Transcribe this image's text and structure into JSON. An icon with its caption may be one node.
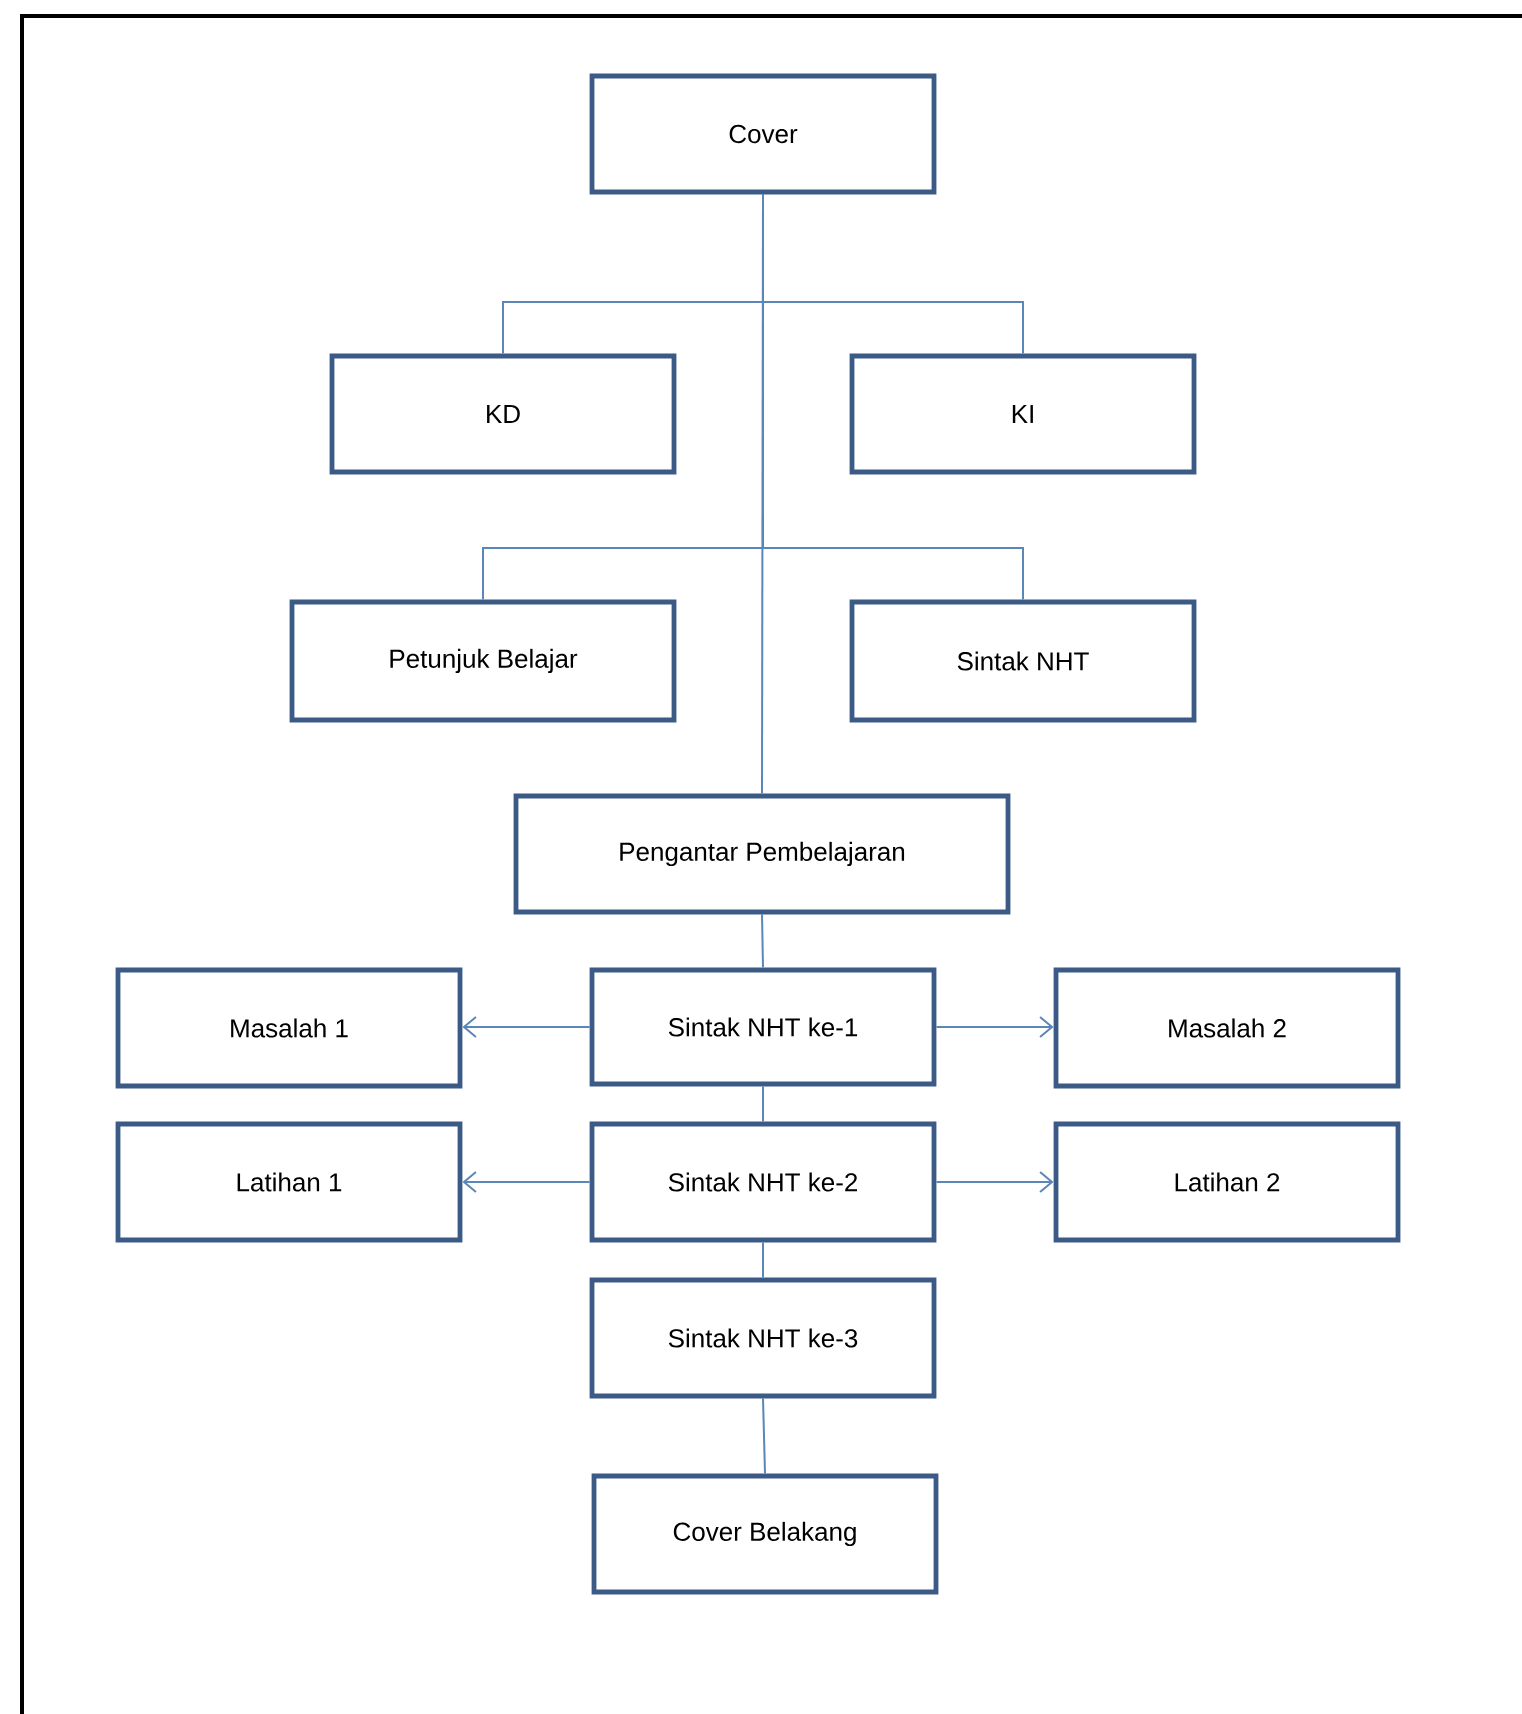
{
  "diagram": {
    "nodes": [
      {
        "text": [
          "Cover"
        ]
      },
      {
        "text": [
          "KD"
        ]
      },
      {
        "text": [
          "KI"
        ]
      },
      {
        "text": [
          "Petunjuk Belajar"
        ]
      },
      {
        "text": [
          "Sintak NHT"
        ]
      },
      {
        "text": [
          "Pengantar Pembelajaran"
        ]
      },
      {
        "text": [
          "Sintak NHT ke-1"
        ]
      },
      {
        "text": [
          "Masalah 1"
        ]
      },
      {
        "text": [
          "Masalah 2"
        ]
      },
      {
        "text": [
          "Sintak NHT ke-2"
        ]
      },
      {
        "text": [
          "Latihan 1"
        ]
      },
      {
        "text": [
          "Latihan 2"
        ]
      },
      {
        "text": [
          "Sintak NHT ke-3"
        ]
      },
      {
        "text": [
          "Cover Belakang"
        ]
      }
    ],
    "edges": [
      {
        "from": 0,
        "to": 1,
        "arrow": "none"
      },
      {
        "from": 0,
        "to": 2,
        "arrow": "none"
      },
      {
        "from": 0,
        "to": 3,
        "arrow": "none"
      },
      {
        "from": 0,
        "to": 4,
        "arrow": "none"
      },
      {
        "from": 0,
        "to": 5,
        "arrow": "none"
      },
      {
        "from": 5,
        "to": 6,
        "arrow": "none"
      },
      {
        "from": 6,
        "to": 7,
        "arrow": "to"
      },
      {
        "from": 6,
        "to": 8,
        "arrow": "to"
      },
      {
        "from": 6,
        "to": 9,
        "arrow": "none"
      },
      {
        "from": 9,
        "to": 10,
        "arrow": "to"
      },
      {
        "from": 9,
        "to": 11,
        "arrow": "to"
      },
      {
        "from": 9,
        "to": 12,
        "arrow": "none"
      },
      {
        "from": 12,
        "to": 13,
        "arrow": "none"
      }
    ]
  }
}
